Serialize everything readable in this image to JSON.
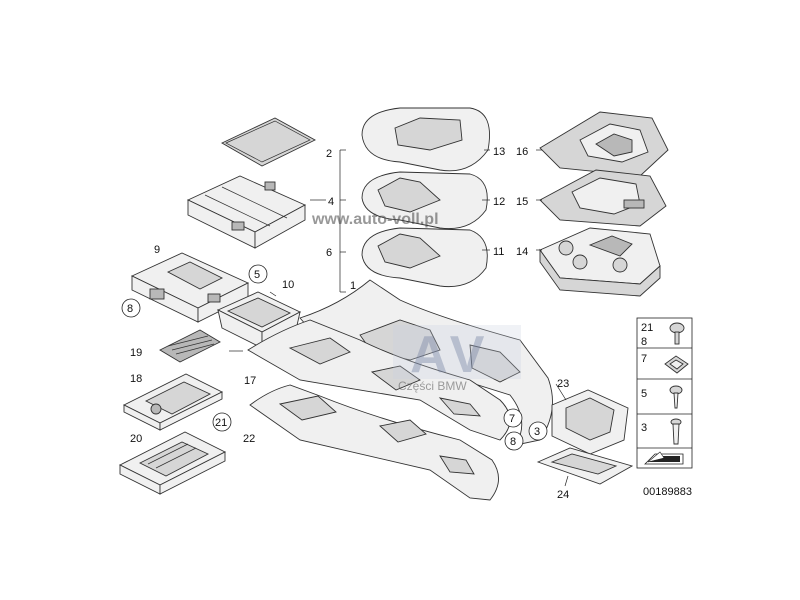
{
  "watermark": {
    "url": "www.auto-voll.pl",
    "logo": "AV",
    "caption": "Części BMW"
  },
  "callouts": {
    "c2": "2",
    "c4": "4",
    "c6": "6",
    "c1": "1",
    "c13": "13",
    "c12": "12",
    "c11": "11",
    "c16": "16",
    "c15": "15",
    "c14": "14",
    "c9": "9",
    "c5": "5",
    "c8a": "8",
    "c10": "10",
    "c19": "19",
    "c18": "18",
    "c17": "17",
    "c20": "20",
    "c21a": "21",
    "c22": "22",
    "c23": "23",
    "c24": "24",
    "c7": "7",
    "c3": "3",
    "c8b": "8"
  },
  "legend": {
    "rows": [
      {
        "top": "21",
        "bottom": "8",
        "icon": "screw-clip-icon"
      },
      {
        "top": "7",
        "bottom": "",
        "icon": "square-clip-icon"
      },
      {
        "top": "5",
        "bottom": "",
        "icon": "screw-icon"
      },
      {
        "top": "3",
        "bottom": "",
        "icon": "expanding-rivet-icon"
      },
      {
        "top": "",
        "bottom": "",
        "icon": "arrow-pointer-icon"
      }
    ]
  },
  "diagram_id": "00189883"
}
